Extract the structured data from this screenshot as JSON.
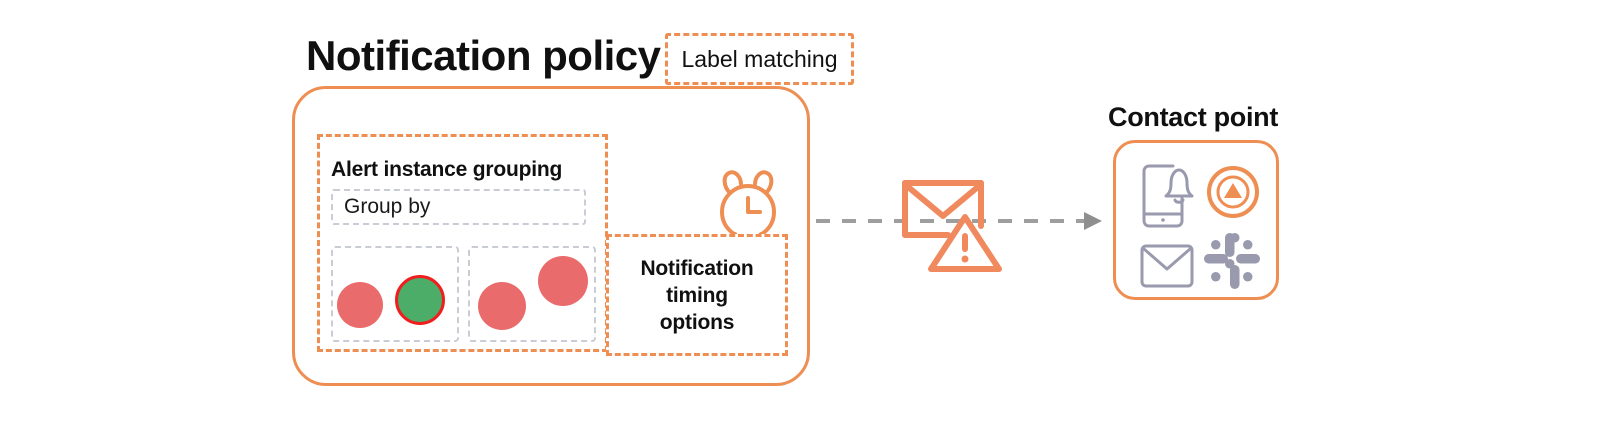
{
  "diagram": {
    "title_left": "Notification policy",
    "title_right": "Contact point",
    "label_matching": {
      "text": "Label matching"
    },
    "alert_grouping": {
      "heading": "Alert instance grouping",
      "group_by_field": {
        "value": "Group by",
        "placeholder": "Group by"
      },
      "instance_groups": [
        {
          "name": "group-1",
          "dots": [
            {
              "state": "firing",
              "color": "#ea6b6b",
              "ring": null
            },
            {
              "state": "resolved",
              "color": "#4bad68",
              "ring": "#f01e1e"
            }
          ]
        },
        {
          "name": "group-2",
          "dots": [
            {
              "state": "firing",
              "color": "#ea6b6b",
              "ring": null
            },
            {
              "state": "firing",
              "color": "#ea6b6b",
              "ring": null
            }
          ]
        }
      ]
    },
    "timing_options": {
      "line1": "Notification",
      "line2": "timing",
      "line3": "options"
    },
    "icons": {
      "alarm_clock": "alarm-clock-icon",
      "mail_alert": "mail-alert-icon",
      "phone_bell": "phone-bell-icon",
      "pagerduty": "pagerduty-icon",
      "mail": "mail-icon",
      "slack": "slack-icon",
      "connector_arrow": "dashed-arrow-icon"
    },
    "colors": {
      "accent_orange": "#ef8e52",
      "mail_alert_orange": "#f08a5e",
      "dashed_gray": "#c9ccd4",
      "connector_gray": "#9e9e9e",
      "arrow_gray": "#8f8f8f",
      "icon_gray": "#9a9aae",
      "alert_red": "#ea6b6b",
      "alert_green": "#4bad68",
      "alert_ring_red": "#f01e1e",
      "text_black": "#101010",
      "background": "#ffffff"
    }
  }
}
